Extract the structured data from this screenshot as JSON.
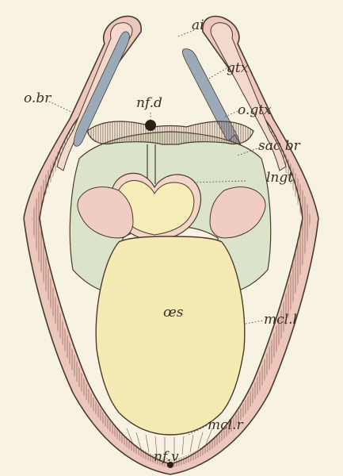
{
  "figure": {
    "labels": {
      "ai": "ai",
      "gtx": "gtx",
      "o_gtx": "o.gtx",
      "sac_br": "sac br",
      "lngt": "lngt",
      "o_br": "o.br",
      "nf_d": "nf.d",
      "oes": "œs",
      "mcl_l": "mcl.l",
      "mcl_r": "mcl.r",
      "nf_v": "nf.v"
    },
    "colors": {
      "background": "#f7f2e2",
      "outline": "#4a3a2c",
      "muscle_wall": "#e8c0b8",
      "gill_cavity": "#d9e2c8",
      "esophagus": "#f6eab4",
      "gill_tissue": "#9aaab8",
      "inner_pink": "#f2d2c8"
    }
  }
}
